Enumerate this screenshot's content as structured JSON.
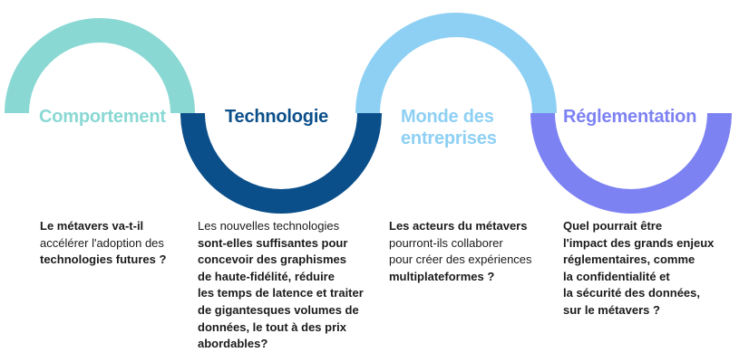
{
  "colors": {
    "comportement": "#89d8d4",
    "technologie": "#0b4f8a",
    "monde": "#8ed0f4",
    "reglementation": "#7d82f3"
  },
  "stages": [
    {
      "title_lines": [
        "Comportement"
      ],
      "desc_lines": [
        {
          "text": "Le métavers va-t-il",
          "bold": true
        },
        {
          "text": "accélérer l'adoption des",
          "bold": false
        },
        {
          "text": "technologies futures ?",
          "bold": true
        }
      ]
    },
    {
      "title_lines": [
        "Technologie"
      ],
      "desc_lines": [
        {
          "text": "Les nouvelles technologies",
          "bold": false
        },
        {
          "text": "sont-elles suffisantes pour",
          "bold": true
        },
        {
          "text": "concevoir des graphismes",
          "bold": true
        },
        {
          "text": "de haute-fidélité, réduire",
          "bold": true
        },
        {
          "text": "les temps de latence et traiter",
          "bold": true
        },
        {
          "text": "de gigantesques volumes de",
          "bold": true
        },
        {
          "text": "données, le tout à des prix",
          "bold": true
        },
        {
          "text": "abordables?",
          "bold": true
        }
      ]
    },
    {
      "title_lines": [
        "Monde des",
        "entreprises"
      ],
      "desc_lines": [
        {
          "text": "Les acteurs du métavers",
          "bold": true
        },
        {
          "text": "pourront-ils collaborer",
          "bold": false
        },
        {
          "text": "pour créer des expériences",
          "bold": false
        },
        {
          "text": "multiplateformes ?",
          "bold": true
        }
      ]
    },
    {
      "title_lines": [
        "Réglementation"
      ],
      "desc_lines": [
        {
          "text": "Quel pourrait être",
          "bold": true
        },
        {
          "text": "l'impact des grands enjeux",
          "bold": true
        },
        {
          "text": "réglementaires, comme",
          "bold": true
        },
        {
          "text": "la confidentialité et",
          "bold": true
        },
        {
          "text": "la sécurité des données,",
          "bold": true
        },
        {
          "text": "sur le métavers ?",
          "bold": true
        }
      ]
    }
  ]
}
